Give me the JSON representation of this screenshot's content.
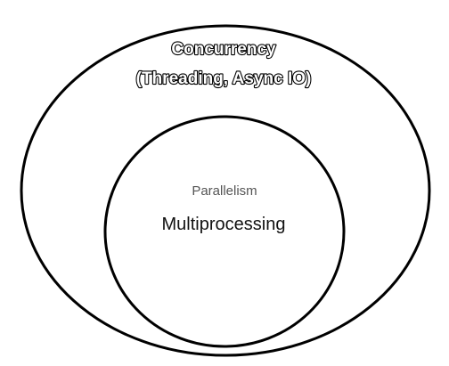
{
  "diagram": {
    "outer_set": {
      "title": "Concurrency",
      "subtitle": "(Threading, Async IO)"
    },
    "inner_set": {
      "title": "Parallelism",
      "subtitle": "Multiprocessing"
    }
  },
  "colors": {
    "background": "#ffffff",
    "stroke": "#000000"
  }
}
